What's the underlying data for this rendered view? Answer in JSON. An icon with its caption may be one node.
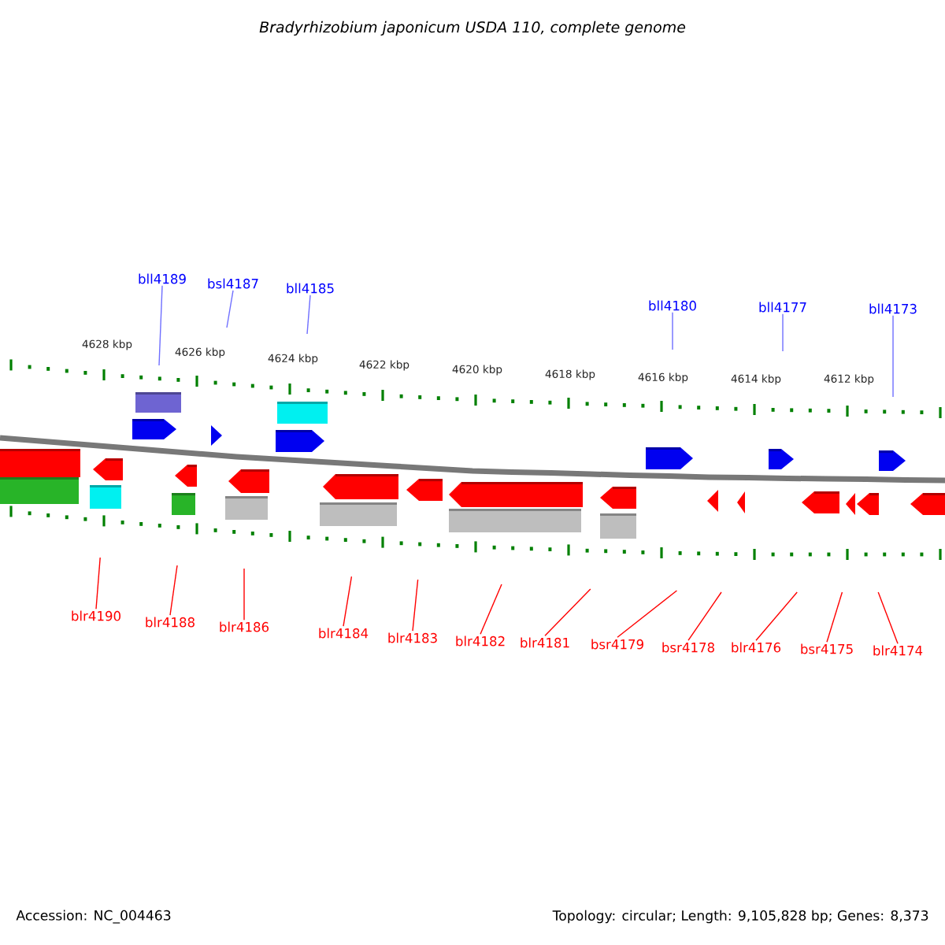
{
  "diagram": {
    "title": "Bradyrhizobium japonicum USDA 110, complete genome",
    "nodes": [
      {
        "text": [
          "bll4189"
        ]
      },
      {
        "text": [
          "bsl4187"
        ]
      },
      {
        "text": [
          "bll4185"
        ]
      },
      {
        "text": [
          "bll4180"
        ]
      },
      {
        "text": [
          "bll4177"
        ]
      },
      {
        "text": [
          "bll4173"
        ]
      },
      {
        "text": [
          "blr4190"
        ]
      },
      {
        "text": [
          "blr4188"
        ]
      },
      {
        "text": [
          "blr4186"
        ]
      },
      {
        "text": [
          "blr4184"
        ]
      },
      {
        "text": [
          "blr4183"
        ]
      },
      {
        "text": [
          "blr4182"
        ]
      },
      {
        "text": [
          "blr4181"
        ]
      },
      {
        "text": [
          "bsr4179"
        ]
      },
      {
        "text": [
          "bsr4178"
        ]
      },
      {
        "text": [
          "blr4176"
        ]
      },
      {
        "text": [
          "bsr4175"
        ]
      },
      {
        "text": [
          "blr4174"
        ]
      }
    ],
    "edges": [
      {
        "from": 0,
        "to": null,
        "arrow": "none",
        "color": "#6f6fff"
      },
      {
        "from": 1,
        "to": null,
        "arrow": "none",
        "color": "#6f6fff"
      },
      {
        "from": 2,
        "to": null,
        "arrow": "none",
        "color": "#6f6fff"
      },
      {
        "from": 3,
        "to": null,
        "arrow": "none",
        "color": "#6f6fff"
      },
      {
        "from": 4,
        "to": null,
        "arrow": "none",
        "color": "#6f6fff"
      },
      {
        "from": 5,
        "to": null,
        "arrow": "none",
        "color": "#6f6fff"
      },
      {
        "from": 6,
        "to": null,
        "arrow": "none"
      },
      {
        "from": 7,
        "to": null,
        "arrow": "none"
      },
      {
        "from": 8,
        "to": null,
        "arrow": "none"
      },
      {
        "from": 9,
        "to": null,
        "arrow": "none"
      },
      {
        "from": 10,
        "to": null,
        "arrow": "none"
      },
      {
        "from": 11,
        "to": null,
        "arrow": "none"
      },
      {
        "from": 12,
        "to": null,
        "arrow": "none"
      },
      {
        "from": 13,
        "to": null,
        "arrow": "none"
      },
      {
        "from": 14,
        "to": null,
        "arrow": "none"
      },
      {
        "from": 15,
        "to": null,
        "arrow": "none"
      },
      {
        "from": 16,
        "to": null,
        "arrow": "none"
      },
      {
        "from": 17,
        "to": null,
        "arrow": "none"
      }
    ],
    "labels": [
      "4628 kbp",
      "4626 kbp",
      "4624 kbp",
      "4622 kbp",
      "4620 kbp",
      "4618 kbp",
      "4616 kbp",
      "4614 kbp",
      "4612 kbp",
      "Accession: NC_004463",
      "Topology: circular; Length: 9,105,828 bp; Genes: 8,373"
    ]
  }
}
